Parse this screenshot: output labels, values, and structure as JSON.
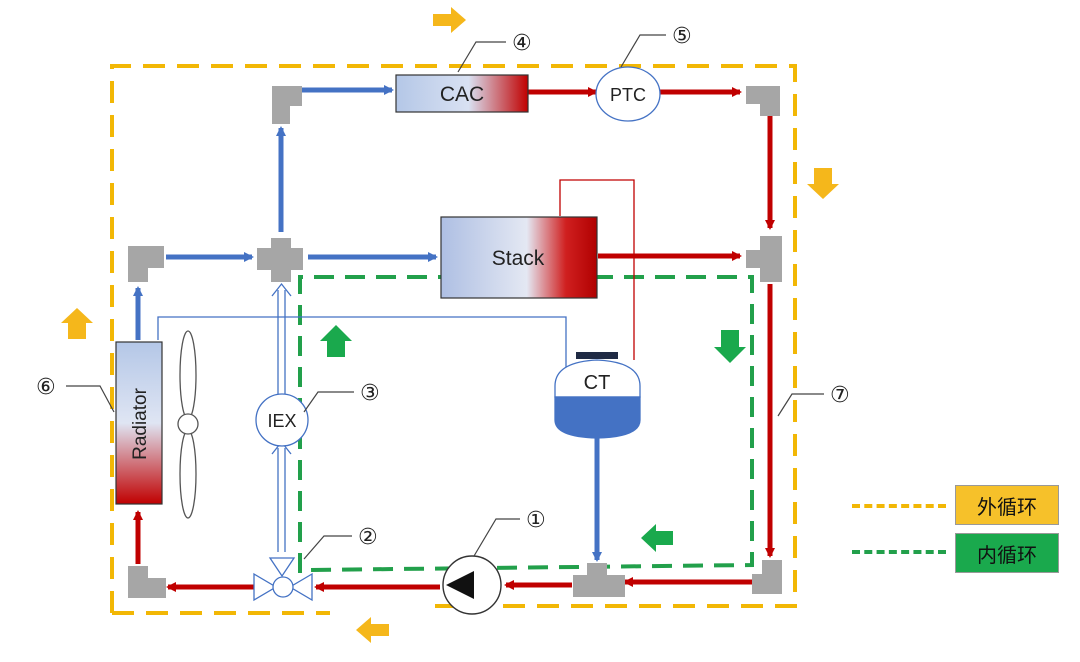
{
  "components": {
    "cac": "CAC",
    "ptc": "PTC",
    "stack": "Stack",
    "ct": "CT",
    "iex": "IEX",
    "radiator": "Radiator"
  },
  "callouts": [
    "①",
    "②",
    "③",
    "④",
    "⑤",
    "⑥",
    "⑦"
  ],
  "legend": [
    {
      "label": "外循环",
      "color": "#f2b705",
      "box_color": "#f6c12a"
    },
    {
      "label": "内循环",
      "color": "#22a04b",
      "box_color": "#1aa94d"
    }
  ],
  "colors": {
    "cold_pipe": "#4472c4",
    "hot_pipe": "#c00000",
    "outer_loop": "#f2b705",
    "inner_loop": "#22a04b",
    "fitting": "#a6a6a6",
    "coolant": "#4472c4"
  }
}
